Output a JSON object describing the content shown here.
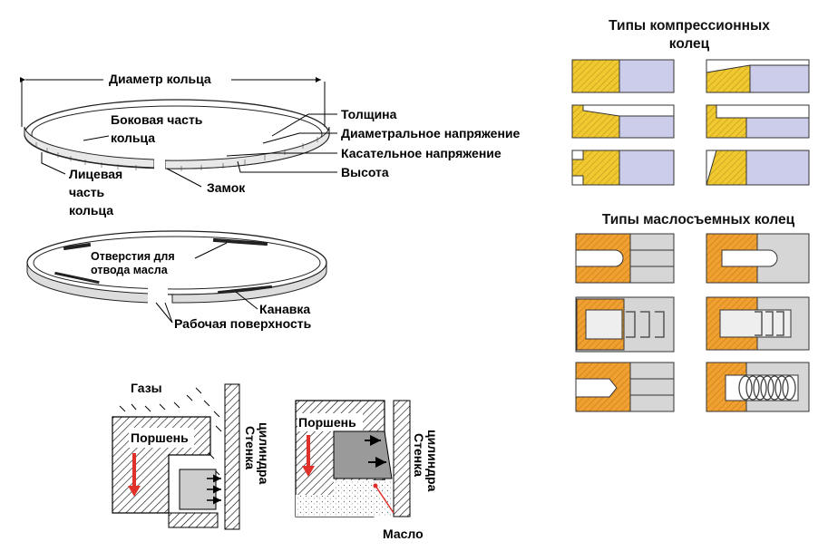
{
  "ring_diagram": {
    "diameter": "Диаметр кольца",
    "side_part_line1": "Боковая часть",
    "side_part_line2": "кольца",
    "thickness": "Толщина",
    "diametral_stress": "Диаметральное напряжение",
    "tangential_stress": "Касательное напряжение",
    "height": "Высота",
    "lock": "Замок",
    "face_line1": "Лицевая",
    "face_line2": "часть",
    "face_line3": "кольца"
  },
  "oil_ring_diagram": {
    "holes_line1": "Отверстия для",
    "holes_line2": "отвода масла",
    "groove": "Канавка",
    "working_surface": "Рабочая поверхность"
  },
  "gas_diagram": {
    "gases": "Газы",
    "piston": "Поршень",
    "wall_line1": "Стенка",
    "wall_line2": "цилиндра"
  },
  "oil_diagram": {
    "piston": "Поршень",
    "wall_line1": "Стенка",
    "wall_line2": "цилиндра",
    "oil": "Масло"
  },
  "compression_types": {
    "title_line1": "Типы компрессионных",
    "title_line2": "колец"
  },
  "oil_types": {
    "title": "Типы маслосъемных колец"
  },
  "colors": {
    "yellow": "#f0c830",
    "lavender": "#cccceb",
    "orange": "#f0a030",
    "grey": "#d6d6d6",
    "arrow_red": "#e0302a"
  }
}
